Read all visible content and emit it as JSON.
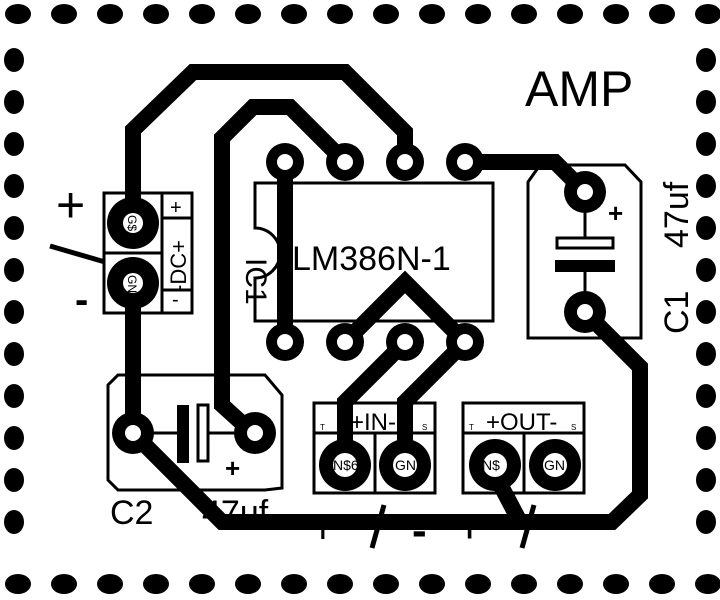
{
  "board": {
    "title": "AMP",
    "colors": {
      "copper": "#000000",
      "background": "#ffffff"
    }
  },
  "ic": {
    "refdes": "IC1",
    "value": "LM386N-1",
    "pin_count": 8
  },
  "capacitors": [
    {
      "refdes": "C1",
      "value": "47uf",
      "polarity_mark": "+"
    },
    {
      "refdes": "C2",
      "value": "47uf",
      "polarity_mark": "+"
    }
  ],
  "connectors": {
    "dc": {
      "label": "-DC+",
      "plus_mark": "+",
      "minus_mark": "-",
      "pins": [
        "G$",
        "GN"
      ],
      "side_plus": "+",
      "side_minus": "-"
    },
    "input": {
      "label": "+IN-",
      "corner_left": "T",
      "corner_right": "S",
      "pins": [
        "N$6",
        "GN"
      ],
      "below_plus": "+",
      "below_minus": "-"
    },
    "output": {
      "label": "+OUT-",
      "corner_left": "T",
      "corner_right": "S",
      "pins": [
        "N$",
        "GN"
      ],
      "below_plus": "+"
    }
  }
}
